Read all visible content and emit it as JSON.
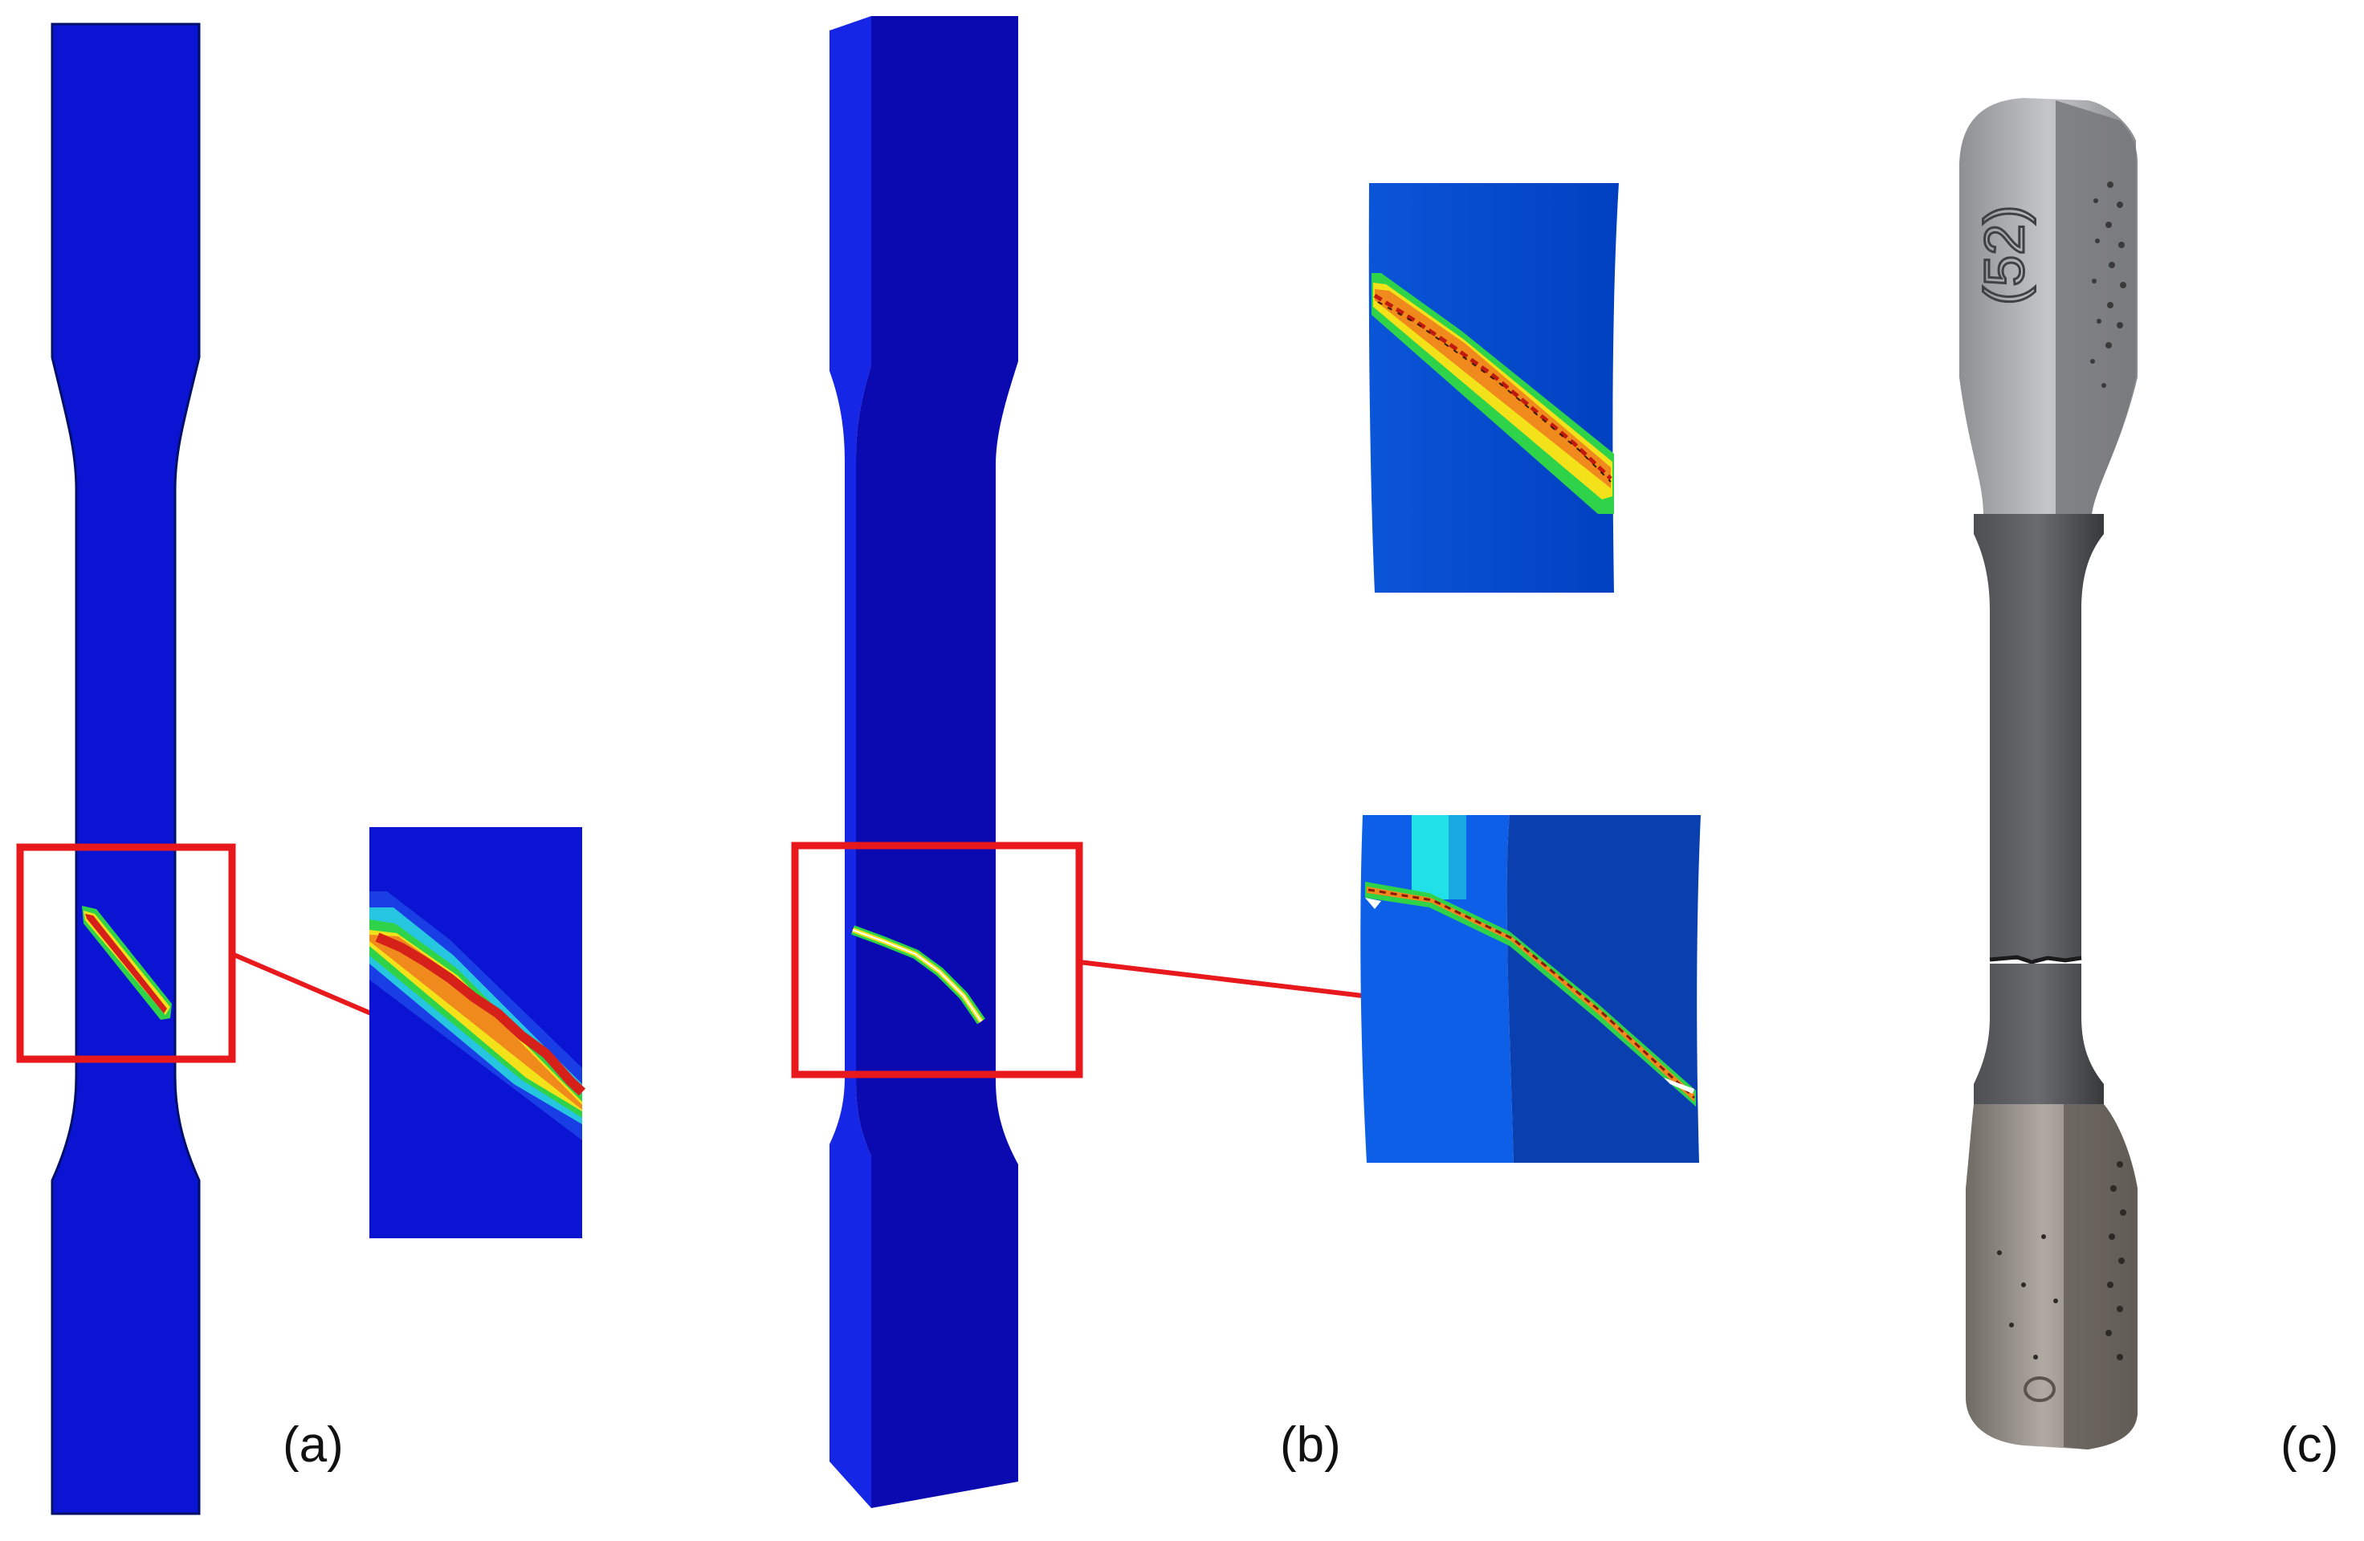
{
  "panels": [
    {
      "label": "(a)"
    },
    {
      "label": "(b)"
    },
    {
      "label": "(c)"
    }
  ],
  "specimen_label": "(52)",
  "colors": {
    "fe_blue": "#0a14d2",
    "fe_blue_side": "#0a0aa8",
    "zoom_blue": "#0044cc",
    "highlight_box": "#e8191c",
    "band_green": "#2fd34a",
    "band_yellow": "#f3e21a",
    "band_orange": "#f08a1d",
    "band_red": "#d6201a",
    "photo_metal": "#9a9a9a",
    "photo_dark": "#3a3a3a"
  }
}
